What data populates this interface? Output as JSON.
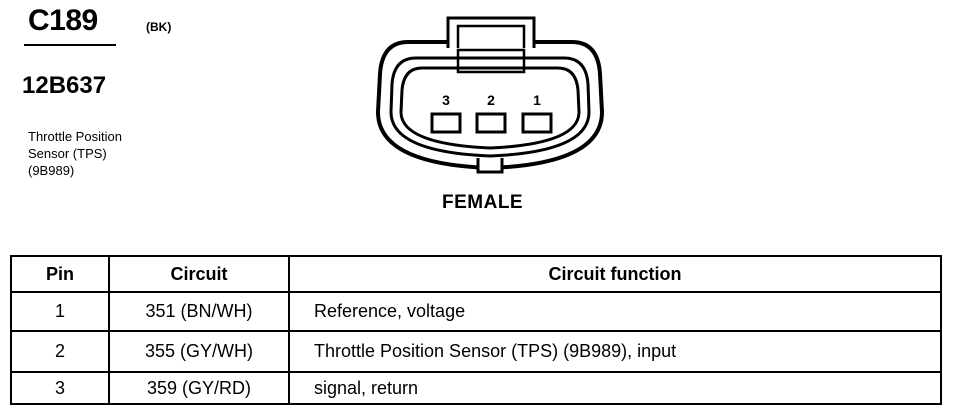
{
  "connector": {
    "id": "C189",
    "color_code": "(BK)",
    "part_number": "12B637",
    "description_lines": [
      "Throttle Position",
      "Sensor (TPS)",
      "(9B989)"
    ],
    "gender": "FEMALE",
    "cavity_labels": [
      "3",
      "2",
      "1"
    ]
  },
  "table": {
    "headers": [
      "Pin",
      "Circuit",
      "Circuit function"
    ],
    "rows": [
      {
        "pin": "1",
        "circuit": "351 (BN/WH)",
        "function": "Reference, voltage"
      },
      {
        "pin": "2",
        "circuit": "355 (GY/WH)",
        "function": "Throttle Position Sensor (TPS) (9B989), input"
      },
      {
        "pin": "3",
        "circuit": "359 (GY/RD)",
        "function": "signal, return"
      }
    ]
  }
}
